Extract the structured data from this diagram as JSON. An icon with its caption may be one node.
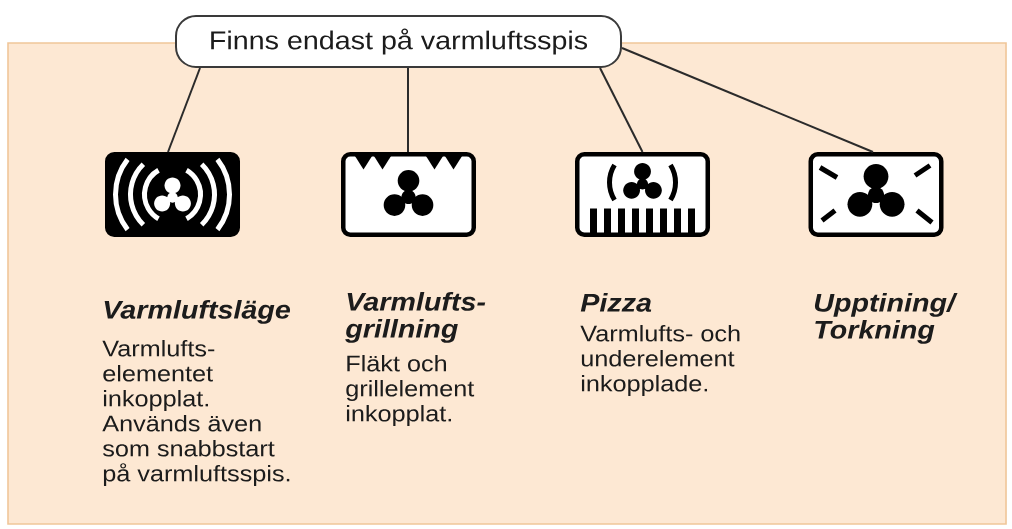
{
  "diagram": {
    "nodes": [
      {
        "text": [
          "Finns endast på varmluftsspis"
        ]
      },
      {
        "text": [],
        "shape": "picture",
        "beside": [
          "Varmluftsläge",
          "Varmlufts- elementet inkopplat. Används även som snabbstart på varmluftsspis."
        ]
      },
      {
        "text": [],
        "shape": "picture",
        "beside": [
          "Varmlufts- grillning",
          "Fläkt och grillelement inkopplat."
        ]
      },
      {
        "text": [],
        "shape": "picture",
        "beside": [
          "Pizza",
          "Varmlufts- och underelement inkopplade."
        ]
      },
      {
        "text": [],
        "shape": "picture",
        "beside": [
          "Upptining/ Torkning"
        ]
      }
    ],
    "edges": [
      {
        "from": 0,
        "to": 1,
        "arrow": "none"
      },
      {
        "from": 0,
        "to": 2,
        "arrow": "none"
      },
      {
        "from": 0,
        "to": 3,
        "arrow": "none"
      },
      {
        "from": 0,
        "to": 4,
        "arrow": "none"
      }
    ]
  }
}
